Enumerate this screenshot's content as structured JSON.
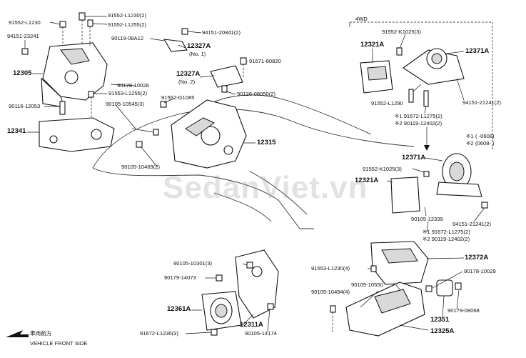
{
  "watermark": "SedanViet.vn",
  "section_4wd": "4WD",
  "footnote": {
    "range1_mark": "※1",
    "range1_value": "( -0608)",
    "range2_mark": "※2",
    "range2_value": "(0608- )"
  },
  "front_side": {
    "japanese": "車両前方",
    "english": "VEHICLE FRONT SIDE"
  },
  "labels": {
    "p1": "91552-L1230",
    "p2": "91552-L1230(2)",
    "p3": "91552-L1255(2)",
    "p4": "94151-23241",
    "p5": "90119-08A12",
    "p6": "94151-20841(2)",
    "p7": "12327A",
    "p7b": "(No. 1)",
    "p8": "91671-80820",
    "p9": "12305",
    "p10": "90178-10028",
    "p11": "91553-L1255(2)",
    "p12": "12327A",
    "p12b": "(No. 2)",
    "p13": "90116-12053",
    "p14": "90105-10545(3)",
    "p15": "91552-G1085",
    "p16": "90126-08050(2)",
    "p17": "12341",
    "p18": "12315",
    "p19": "90105-10469(2)",
    "q1": "12321A",
    "q2": "91552-K1025(3)",
    "q3": "12371A",
    "q4": "91552-L1290",
    "q5": "94151-21241(2)",
    "q6a": "※1 91672-L1275(2)",
    "q6b": "※2 90119-12402(2)",
    "q7": "12371A",
    "q8": "91552-K1025(3)",
    "q9": "12321A",
    "q10": "90105-12339",
    "q11": "94151-21241(2)",
    "q12a": "※1 91672-L1275(2)",
    "q12b": "※2 90119-12402(2)",
    "r1": "12372A",
    "r2": "91553-L1230(4)",
    "r3": "90105-10550",
    "r4": "90178-10029",
    "r5": "90105-10494(4)",
    "r6": "90179-08068",
    "r7": "12351",
    "r8": "12325A",
    "s1": "90105-10301(3)",
    "s2": "90179-14073",
    "s3": "12361A",
    "s4": "12311A",
    "s5": "91672-L1230(3)",
    "s6": "90105-14174"
  }
}
